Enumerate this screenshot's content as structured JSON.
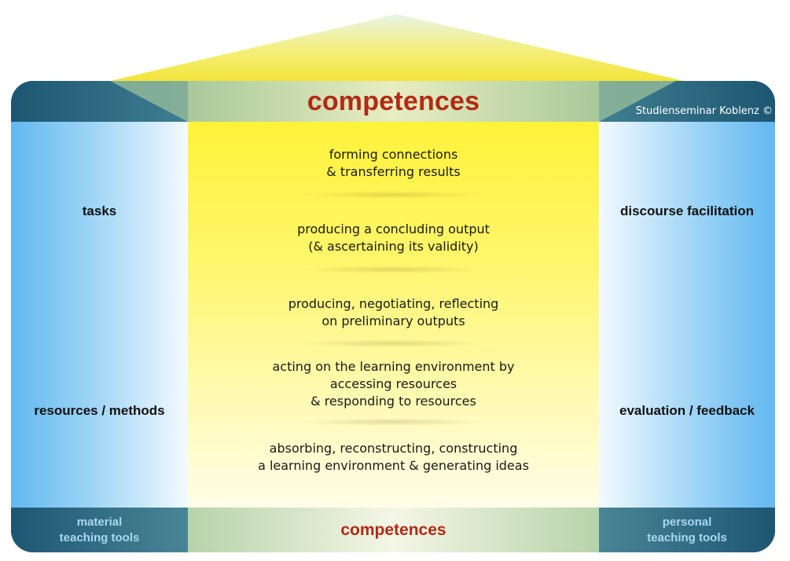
{
  "header": {
    "title": "competences",
    "copyright": "Studienseminar Koblenz ©"
  },
  "left_pillar": {
    "upper_label": "tasks",
    "lower_label": "resources / methods"
  },
  "right_pillar": {
    "upper_label": "discourse facilitation",
    "lower_label": "evaluation / feedback"
  },
  "layers": [
    {
      "line1": "forming connections",
      "line2": "& transferring results",
      "line3": ""
    },
    {
      "line1": "producing a concluding output",
      "line2": "(& ascertaining its validity)",
      "line3": ""
    },
    {
      "line1": "producing, negotiating, reflecting",
      "line2": "on preliminary outputs",
      "line3": ""
    },
    {
      "line1": "acting on the learning environment by",
      "line2": "accessing resources",
      "line3": "& responding to resources"
    },
    {
      "line1": "absorbing, reconstructing, constructing",
      "line2": "a learning environment & generating ideas",
      "line3": ""
    }
  ],
  "footer": {
    "left_line1": "material",
    "left_line2": "teaching tools",
    "center": "competences",
    "right_line1": "personal",
    "right_line2": "teaching tools"
  },
  "colors": {
    "title_red": "#b22a14",
    "frame_teal": "#1d5672",
    "pillar_blue": "#62b8f0",
    "center_yellow": "#fff23a",
    "tool_label_blue": "#a9d8f0"
  }
}
